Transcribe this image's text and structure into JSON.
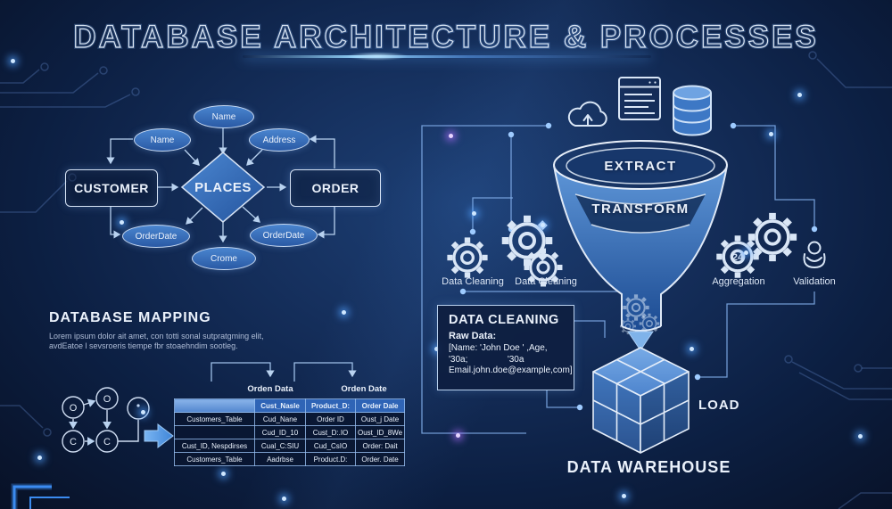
{
  "title": "DATABASE ARCHITECTURE & PROCESSES",
  "er": {
    "entities": {
      "customer": "CUSTOMER",
      "order": "ORDER",
      "relationship": "PLACES"
    },
    "attributes": {
      "name_top": "Name",
      "name_left": "Name",
      "address": "Address",
      "orderdate_left": "OrderDate",
      "orderdate_right": "OrderDate",
      "crome": "Crome"
    }
  },
  "mapping": {
    "heading": "DATABASE MAPPING",
    "description": [
      "Lorem ipsum dolor ait amet, con totti sonal sutpratgming elit,",
      "avdEatoe l sevsroeris tiempe fbr stoaehndim sootleg."
    ],
    "bracket_left": "Orden Data",
    "bracket_right": "Orden Date",
    "nodes": [
      "O",
      "O",
      "C",
      "C"
    ],
    "table": {
      "header": [
        "",
        "Cust_Nasle",
        "Product_D:",
        "Order Dale"
      ],
      "rows": [
        [
          "Customers_Table",
          "Cud_Nane",
          "Order ID",
          "Oust_j Date"
        ],
        [
          "",
          "Cud_ID_10",
          "Cust_D:.IO",
          "Oust_ID_8We"
        ],
        [
          "Cust_ID, Nespdirses",
          "Cual_C:SIU",
          "Cud_CsIO",
          "Order: Dait"
        ],
        [
          "Customers_Table",
          "Aadrbse",
          "Product.D:",
          "Order. Date"
        ]
      ]
    }
  },
  "etl": {
    "source_icons": [
      "cloud-upload-icon",
      "document-icon",
      "database-icon"
    ],
    "funnel_stages": [
      "EXTRACT",
      "TRANSFORM"
    ],
    "process_labels": [
      "Data Cleaning",
      "Data Cleaning",
      "Aggregation",
      "Validation"
    ],
    "aggregation_badge": "24",
    "cleaning_box": {
      "title": "DATA CLEANING",
      "subtitle": "Raw Data:",
      "lines": [
        "[Name: 'John Doe ' ,Age,",
        "'30a;                '30a",
        "Email.john.doe@example,com]"
      ]
    },
    "load": "LOAD",
    "warehouse": "DATA WAREHOUSE"
  },
  "colors": {
    "background": "#0c1f42",
    "accent_blue": "#4f8fe0",
    "table_header_blue": "#2f64b6",
    "light_stroke": "#dfe9f7",
    "glow_dot": "#59a7ff",
    "purple_glint": "#b57bff"
  }
}
